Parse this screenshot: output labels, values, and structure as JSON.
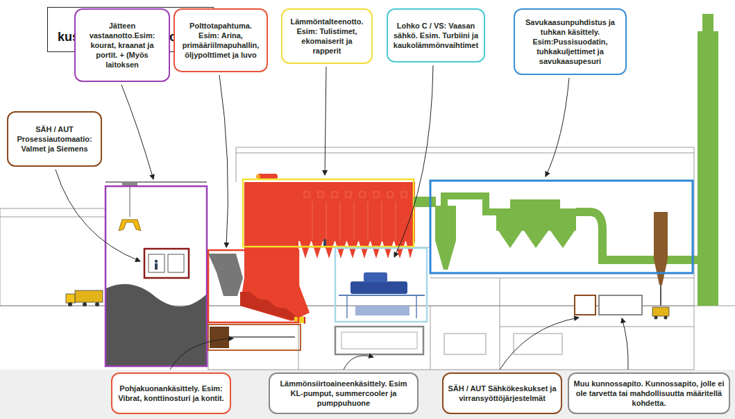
{
  "diagram": {
    "title": "Laitoksen kustannuspaikkajaottelu",
    "nodes": [
      {
        "text": [
          "Jätteen vastaanotto.Esim: kourat, kraanat ja portit. + (Myös laitoksen"
        ]
      },
      {
        "text": [
          "Polttotapahtuma. Esim: Arina, primääriilmapuhallin, öljypolttimet ja luvo"
        ]
      },
      {
        "text": [
          "Lämmöntalteenotto. Esim: Tulistimet, ekomaiserit ja rapperit"
        ]
      },
      {
        "text": [
          "Lohko C / VS: Vaasan sähkö. Esim. Turbiini ja kaukolämmönvaihtimet"
        ]
      },
      {
        "text": [
          "Savukaasunpuhdistus ja tuhkan käsittely. Esim:Pussisuodatin, tuhkakuljettimet ja savukaasupesuri"
        ]
      },
      {
        "text": [
          "SÄH / AUT Prosessiautomaatio: Valmet ja Siemens"
        ]
      },
      {
        "text": [
          "Pohjakuonankäsittely. Esim: Vibrat, konttinosturi ja kontit."
        ]
      },
      {
        "text": [
          "Lämmönsiirtoaineenkäsittely. Esim KL-pumput, summercooler ja pumppuhuone"
        ]
      },
      {
        "text": [
          "SÄH / AUT Sähkökeskukset ja virransyöttöjärjestelmät"
        ]
      },
      {
        "text": [
          "Muu kunnossapito. Kunnossapito, jolle ei ole tarvetta tai mahdollisuutta määritellä kohdetta."
        ]
      }
    ]
  }
}
